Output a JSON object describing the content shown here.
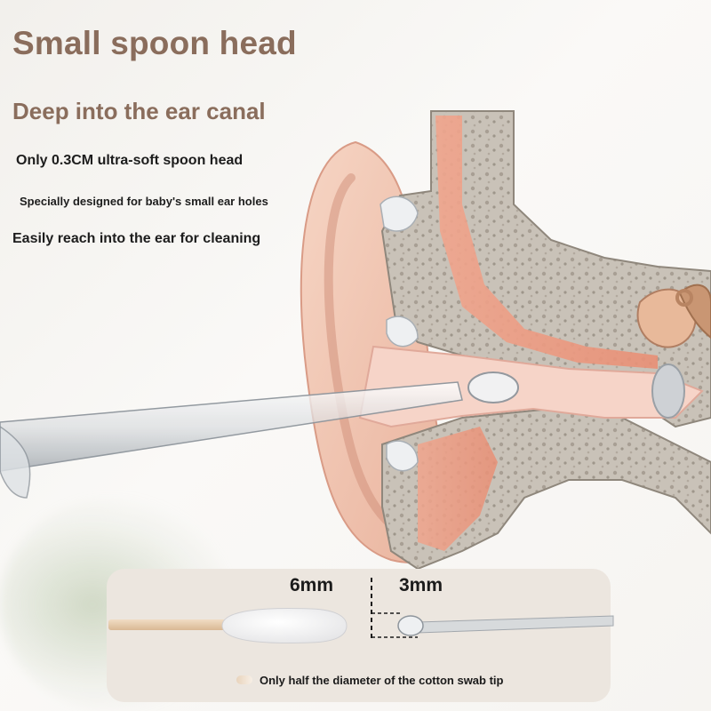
{
  "header": {
    "title": "Small spoon head",
    "subtitle": "Deep into the ear canal"
  },
  "features": [
    "Only 0.3CM ultra-soft spoon head",
    "Specially designed for baby's small ear holes",
    "Easily reach into the ear for cleaning"
  ],
  "comparison": {
    "cotton_swab_diameter": "6mm",
    "spoon_head_diameter": "3mm",
    "caption": "Only half the diameter of the cotton swab tip"
  },
  "colors": {
    "title": "#8a6d5c",
    "skin": "#f2c9b4",
    "bone": "#b9b2a9",
    "canal": "#f6d4c8",
    "panel": "#ece6df"
  }
}
